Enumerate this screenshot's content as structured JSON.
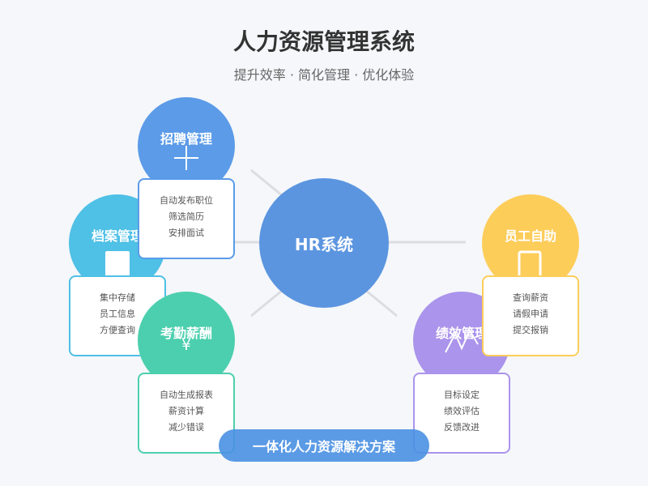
{
  "title": "人力资源管理系统",
  "subtitle": "提升效率 · 简化管理 · 优化体验",
  "center": "HR系统",
  "modules": [
    {
      "name": "招聘管理",
      "items": [
        "自动发布职位",
        "筛选简历",
        "安排面试"
      ],
      "color": "#5b9be8",
      "icon": "plus-icon"
    },
    {
      "name": "档案管理",
      "items": [
        "集中存储",
        "员工信息",
        "方便查询"
      ],
      "color": "#4fc0e6",
      "icon": "document-icon"
    },
    {
      "name": "考勤薪酬",
      "items": [
        "自动生成报表",
        "薪资计算",
        "减少错误"
      ],
      "color": "#4ccfae",
      "icon": "yen-icon",
      "icon_text": "¥"
    },
    {
      "name": "绩效管理",
      "items": [
        "目标设定",
        "绩效评估",
        "反馈改进"
      ],
      "color": "#ab94eb",
      "icon": "chart-icon"
    },
    {
      "name": "员工自助",
      "items": [
        "查询薪资",
        "请假申请",
        "提交报销"
      ],
      "color": "#fdcd5a",
      "icon": "phone-icon"
    }
  ],
  "banner": "一体化人力资源解决方案"
}
